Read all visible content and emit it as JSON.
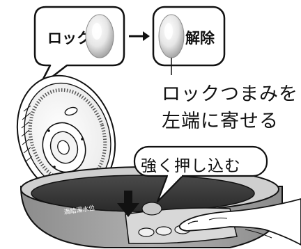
{
  "callouts": {
    "lock_label": "ロック",
    "unlock_label": "解除"
  },
  "instruction": {
    "line1": "ロックつまみを",
    "line2": "左端に寄せる"
  },
  "press_label": "強く押し込む",
  "appliance": {
    "inner_pot_label": "満給湯水位"
  },
  "colors": {
    "outline": "#111111",
    "inner_dark": "#3b3b3b",
    "body_grey": "#9a9a9a",
    "knob_light": "#f2f2f2",
    "knob_shadow": "#b8b8b8"
  },
  "icons": {
    "arrow": "right-arrow-icon",
    "down_arrow": "down-arrow-icon"
  }
}
